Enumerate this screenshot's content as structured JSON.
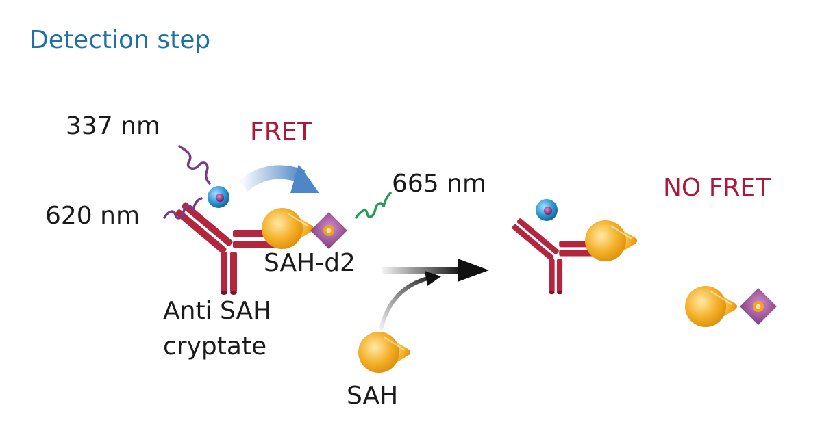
{
  "title": "Detection step",
  "labels": {
    "excitation": "337 nm",
    "donor_emission": "620 nm",
    "acceptor_emission": "665 nm",
    "fret": "FRET",
    "no_fret": "NO FRET",
    "tracer": "SAH-d2",
    "antibody_line1": "Anti SAH",
    "antibody_line2": "cryptate",
    "competitor": "SAH"
  },
  "colors": {
    "title": "#1f6fa8",
    "fret_text": "#b0183a",
    "text": "#1a1a1a",
    "antibody": "#b3263e",
    "antibody_dark": "#7c1328",
    "sah": "#f2a516",
    "d2": "#a0489a",
    "cryptate": "#1f8fcc",
    "cryptate_core": "#8a1c6a",
    "wave_excitation": "#7a3a8c",
    "wave_emission": "#2a9a54",
    "fret_arrow": "#4f86c8",
    "reaction_arrow": "#111111"
  }
}
